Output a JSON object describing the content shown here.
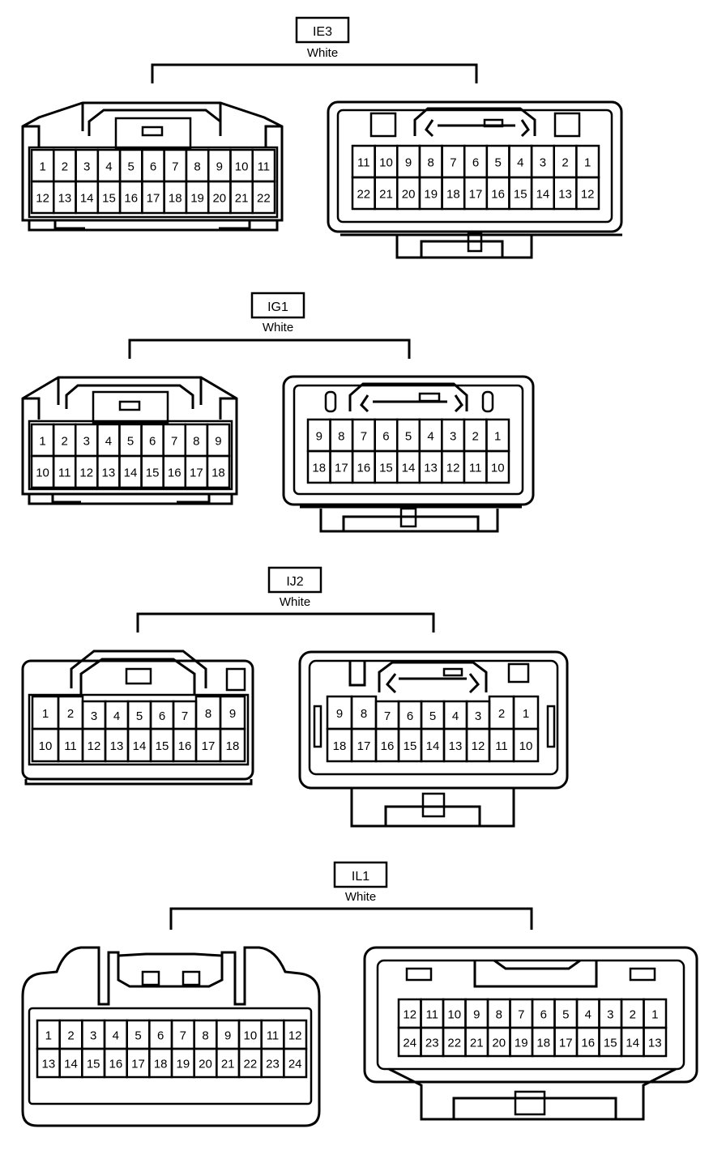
{
  "connectors": [
    {
      "id": "IE3",
      "color": "White",
      "male": {
        "rows": [
          [
            "1",
            "2",
            "3",
            "4",
            "5",
            "6",
            "7",
            "8",
            "9",
            "10",
            "11"
          ],
          [
            "12",
            "13",
            "14",
            "15",
            "16",
            "17",
            "18",
            "19",
            "20",
            "21",
            "22"
          ]
        ]
      },
      "female": {
        "rows": [
          [
            "11",
            "10",
            "9",
            "8",
            "7",
            "6",
            "5",
            "4",
            "3",
            "2",
            "1"
          ],
          [
            "22",
            "21",
            "20",
            "19",
            "18",
            "17",
            "16",
            "15",
            "14",
            "13",
            "12"
          ]
        ]
      }
    },
    {
      "id": "IG1",
      "color": "White",
      "male": {
        "rows": [
          [
            "1",
            "2",
            "3",
            "4",
            "5",
            "6",
            "7",
            "8",
            "9"
          ],
          [
            "10",
            "11",
            "12",
            "13",
            "14",
            "15",
            "16",
            "17",
            "18"
          ]
        ]
      },
      "female": {
        "rows": [
          [
            "9",
            "8",
            "7",
            "6",
            "5",
            "4",
            "3",
            "2",
            "1"
          ],
          [
            "18",
            "17",
            "16",
            "15",
            "14",
            "13",
            "12",
            "11",
            "10"
          ]
        ]
      }
    },
    {
      "id": "IJ2",
      "color": "White",
      "male": {
        "rows": [
          [
            "1",
            "2",
            "3",
            "4",
            "5",
            "6",
            "7",
            "8",
            "9"
          ],
          [
            "10",
            "11",
            "12",
            "13",
            "14",
            "15",
            "16",
            "17",
            "18"
          ]
        ]
      },
      "female": {
        "rows": [
          [
            "9",
            "8",
            "7",
            "6",
            "5",
            "4",
            "3",
            "2",
            "1"
          ],
          [
            "18",
            "17",
            "16",
            "15",
            "14",
            "13",
            "12",
            "11",
            "10"
          ]
        ]
      }
    },
    {
      "id": "IL1",
      "color": "White",
      "male": {
        "rows": [
          [
            "1",
            "2",
            "3",
            "4",
            "5",
            "6",
            "7",
            "8",
            "9",
            "10",
            "11",
            "12"
          ],
          [
            "13",
            "14",
            "15",
            "16",
            "17",
            "18",
            "19",
            "20",
            "21",
            "22",
            "23",
            "24"
          ]
        ]
      },
      "female": {
        "rows": [
          [
            "12",
            "11",
            "10",
            "9",
            "8",
            "7",
            "6",
            "5",
            "4",
            "3",
            "2",
            "1"
          ],
          [
            "24",
            "23",
            "22",
            "21",
            "20",
            "19",
            "18",
            "17",
            "16",
            "15",
            "14",
            "13"
          ]
        ]
      }
    }
  ]
}
